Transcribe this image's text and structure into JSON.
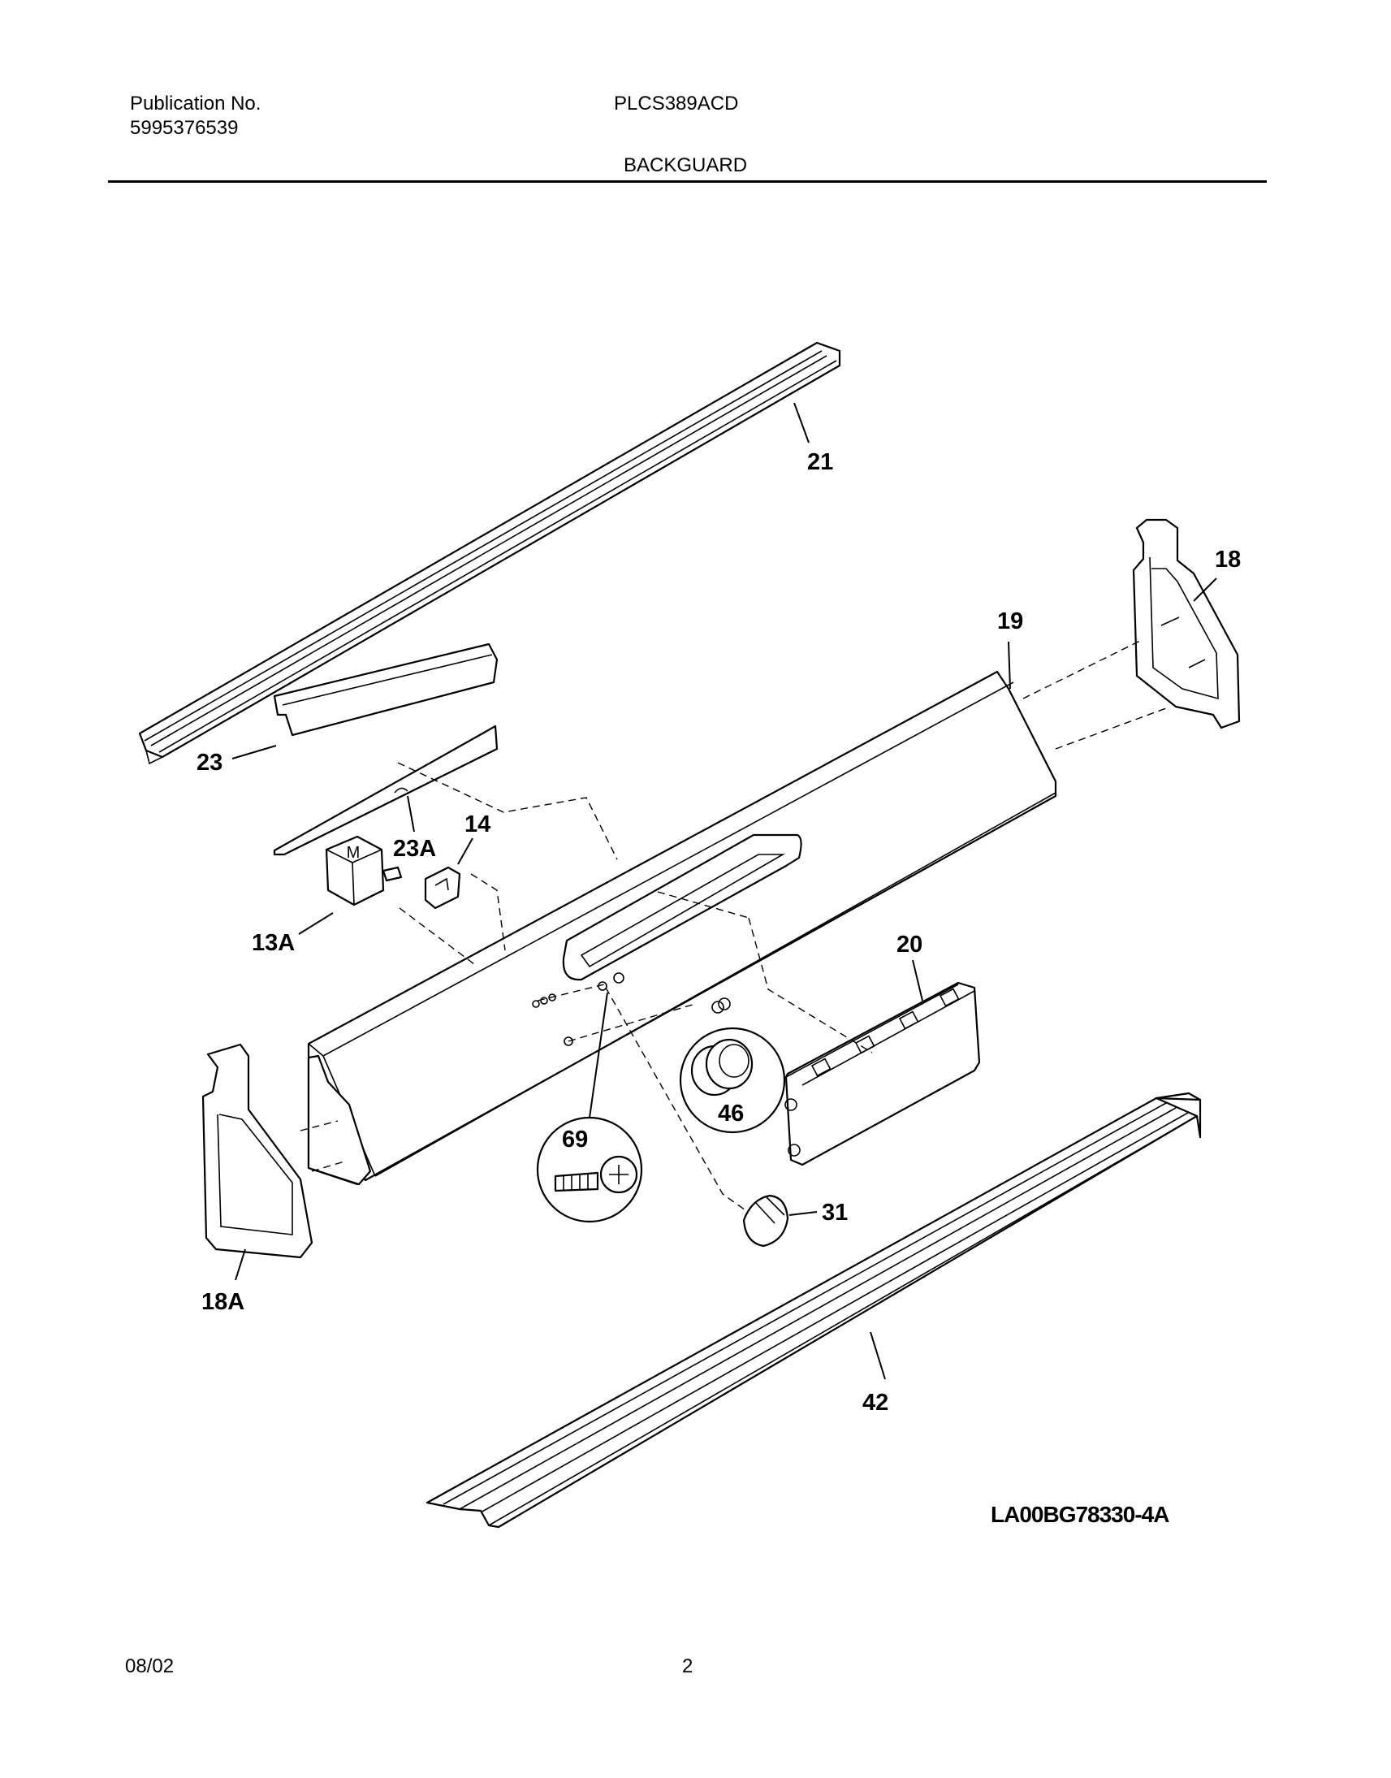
{
  "header": {
    "publication_label": "Publication No.",
    "publication_number": "5995376539",
    "model": "PLCS389ACD",
    "section_title": "BACKGUARD"
  },
  "diagram": {
    "callouts": {
      "p21": "21",
      "p18": "18",
      "p19": "19",
      "p23": "23",
      "p23a": "23A",
      "p14": "14",
      "p13a": "13A",
      "p20": "20",
      "p69": "69",
      "p46": "46",
      "p31": "31",
      "p18a": "18A",
      "p42": "42"
    },
    "drawing_code": "LA00BG78330-4A"
  },
  "footer": {
    "date": "08/02",
    "page_number": "2"
  }
}
